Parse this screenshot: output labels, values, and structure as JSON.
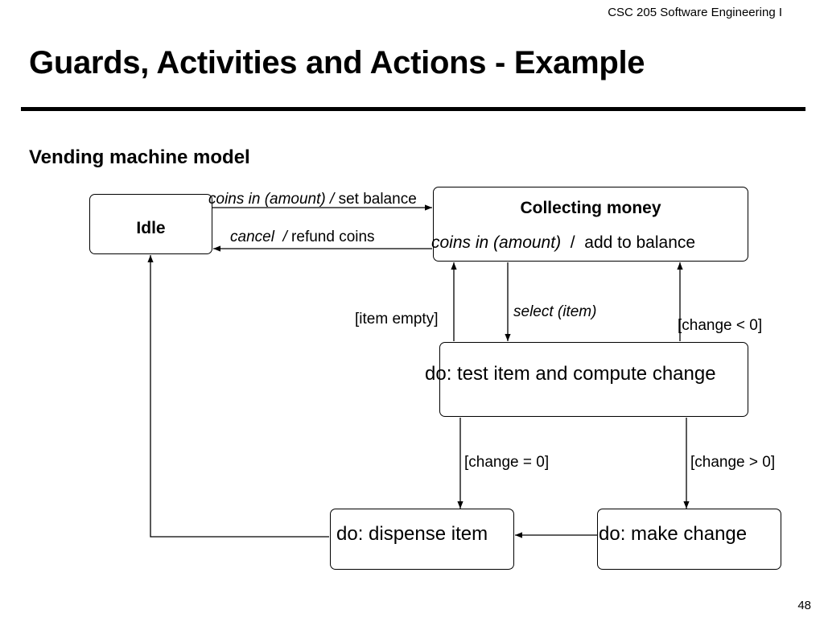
{
  "header": {
    "course": "CSC 205 Software Engineering I",
    "title": "Guards, Activities and Actions - Example",
    "subtitle": "Vending machine model",
    "page_number": "48"
  },
  "states": {
    "idle": {
      "name": "Idle"
    },
    "collecting": {
      "name": "Collecting money",
      "internal_event": "coins in (amount)",
      "internal_separator": "/",
      "internal_action": "add to balance"
    },
    "test": {
      "activity": "do: test item and compute change"
    },
    "dispense": {
      "activity": "do: dispense item"
    },
    "make_change": {
      "activity": "do: make change"
    }
  },
  "transitions": {
    "coins_in": {
      "event": "coins in (amount)",
      "separator": "/",
      "action": "set balance"
    },
    "cancel": {
      "event": "cancel",
      "separator": "/",
      "action": "refund coins"
    },
    "item_empty": {
      "guard": "[item empty]"
    },
    "select_item": {
      "event": "select (item)"
    },
    "change_lt": {
      "guard": "[change < 0]"
    },
    "change_eq": {
      "guard": "[change = 0]"
    },
    "change_gt": {
      "guard": "[change > 0]"
    }
  }
}
